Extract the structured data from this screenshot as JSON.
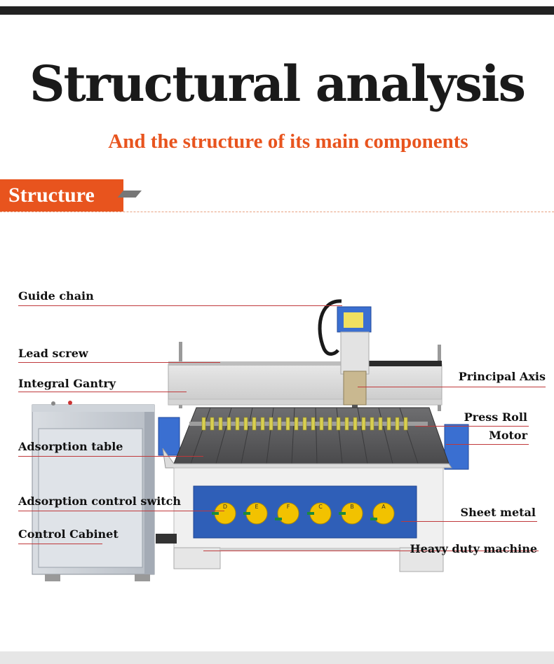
{
  "header": {
    "title": "Structural analysis",
    "subtitle": "And the structure of its main components",
    "tag": "Structure"
  },
  "labels": {
    "guide_chain": "Guide chain",
    "lead_screw": "Lead screw",
    "integral_gantry": "Integral Gantry",
    "adsorption_table": "Adsorption table",
    "adsorption_control_switch": "Adsorption control switch",
    "control_cabinet": "Control Cabinet",
    "principal_axis": "Principal Axis",
    "press_roll": "Press Roll",
    "motor": "Motor",
    "sheet_metal": "Sheet metal",
    "heavy_duty_machine": "Heavy duty machine"
  },
  "switch_letters": [
    "D",
    "E",
    "F",
    "C",
    "B",
    "A"
  ],
  "colors": {
    "accent": "#e8541e",
    "leader_line": "#c0393b",
    "panel_blue": "#2f5fb8",
    "knob_yellow": "#f2c200"
  }
}
